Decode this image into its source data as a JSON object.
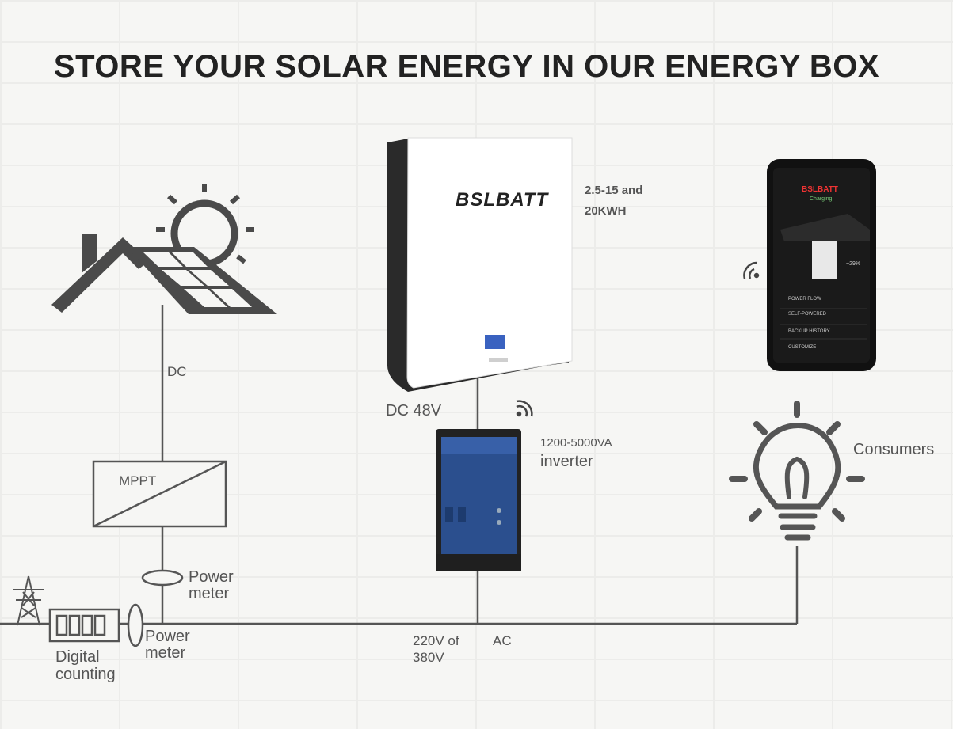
{
  "title": "STORE YOUR SOLAR ENERGY IN OUR ENERGY BOX",
  "battery": {
    "brand": "BSLBATT",
    "capacity_line1": "2.5-15 and",
    "capacity_line2": "20KWH",
    "voltage": "DC 48V"
  },
  "labels": {
    "dc": "DC",
    "mppt": "MPPT",
    "power_meter_line1": "Power",
    "power_meter_line2": "meter",
    "power_meter2_line1": "Power",
    "power_meter2_line2": "meter",
    "digital_line1": "Digital",
    "digital_line2": "counting",
    "voltage_line1": "220V of",
    "voltage_line2": "380V",
    "ac": "AC",
    "consumers": "Consumers"
  },
  "inverter": {
    "rating": "1200-5000VA",
    "name": "inverter"
  },
  "phone": {
    "brand": "BSLBATT",
    "status": "Charging",
    "percent": "~29%",
    "menu": [
      "POWER FLOW",
      "SELF-POWERED",
      "BACKUP HISTORY",
      "CUSTOMIZE"
    ]
  },
  "colors": {
    "line": "#555555",
    "inverter_blue": "#2b4f8e",
    "phone_bg": "#111111"
  },
  "icons": [
    "sun-icon",
    "house-icon",
    "solar-panel-icon",
    "wifi-icon",
    "light-bulb-icon",
    "pylon-icon"
  ]
}
